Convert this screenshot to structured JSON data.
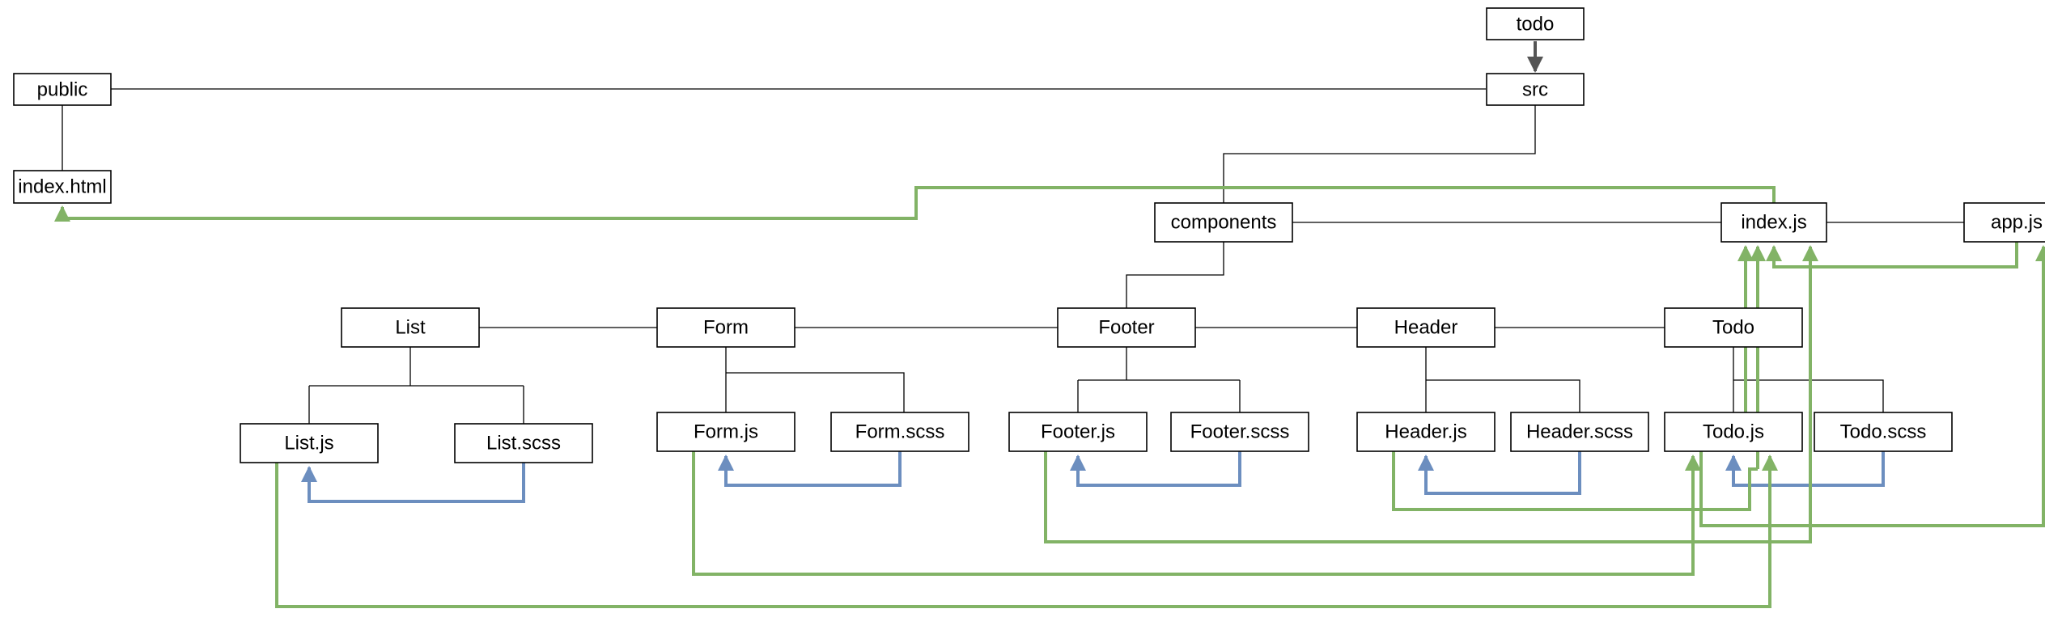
{
  "diagram": {
    "nodes": {
      "todo": "todo",
      "src": "src",
      "public": "public",
      "index_html": "index.html",
      "components": "components",
      "index_js": "index.js",
      "app_js": "app.js",
      "list": "List",
      "form": "Form",
      "footer": "Footer",
      "header": "Header",
      "todo_comp": "Todo",
      "list_js": "List.js",
      "list_scss": "List.scss",
      "form_js": "Form.js",
      "form_scss": "Form.scss",
      "footer_js": "Footer.js",
      "footer_scss": "Footer.scss",
      "header_js": "Header.js",
      "header_scss": "Header.scss",
      "todo_js": "Todo.js",
      "todo_scss": "Todo.scss"
    },
    "tree_edges": [
      [
        "public",
        "src"
      ],
      [
        "public",
        "index_html"
      ],
      [
        "src",
        "components"
      ],
      [
        "components",
        "index_js"
      ],
      [
        "index_js",
        "app_js"
      ],
      [
        "components",
        "footer"
      ],
      [
        "list",
        "form"
      ],
      [
        "form",
        "footer"
      ],
      [
        "footer",
        "header"
      ],
      [
        "header",
        "todo_comp"
      ],
      [
        "list",
        "list_js"
      ],
      [
        "list",
        "list_scss"
      ],
      [
        "form",
        "form_js"
      ],
      [
        "form",
        "form_scss"
      ],
      [
        "footer",
        "footer_js"
      ],
      [
        "footer",
        "footer_scss"
      ],
      [
        "header",
        "header_js"
      ],
      [
        "header",
        "header_scss"
      ],
      [
        "todo_comp",
        "todo_js"
      ],
      [
        "todo_comp",
        "todo_scss"
      ]
    ],
    "import_edges": [
      {
        "from": "todo",
        "to": "src",
        "color": "#555555"
      },
      {
        "from": "list_scss",
        "to": "list_js",
        "color": "#6c8ebf"
      },
      {
        "from": "form_scss",
        "to": "form_js",
        "color": "#6c8ebf"
      },
      {
        "from": "footer_scss",
        "to": "footer_js",
        "color": "#6c8ebf"
      },
      {
        "from": "header_scss",
        "to": "header_js",
        "color": "#6c8ebf"
      },
      {
        "from": "todo_scss",
        "to": "todo_js",
        "color": "#6c8ebf"
      },
      {
        "from": "index_js",
        "to": "index_html",
        "color": "#82b366"
      },
      {
        "from": "app_js",
        "to": "index_js",
        "color": "#82b366"
      },
      {
        "from": "todo_js",
        "to": "index_js",
        "color": "#82b366"
      },
      {
        "from": "todo_js",
        "to": "app_js",
        "color": "#82b366"
      },
      {
        "from": "header_js",
        "to": "index_js",
        "color": "#82b366"
      },
      {
        "from": "footer_js",
        "to": "index_js",
        "color": "#82b366"
      },
      {
        "from": "form_js",
        "to": "todo_js",
        "color": "#82b366"
      },
      {
        "from": "list_js",
        "to": "todo_js",
        "color": "#82b366"
      }
    ]
  }
}
